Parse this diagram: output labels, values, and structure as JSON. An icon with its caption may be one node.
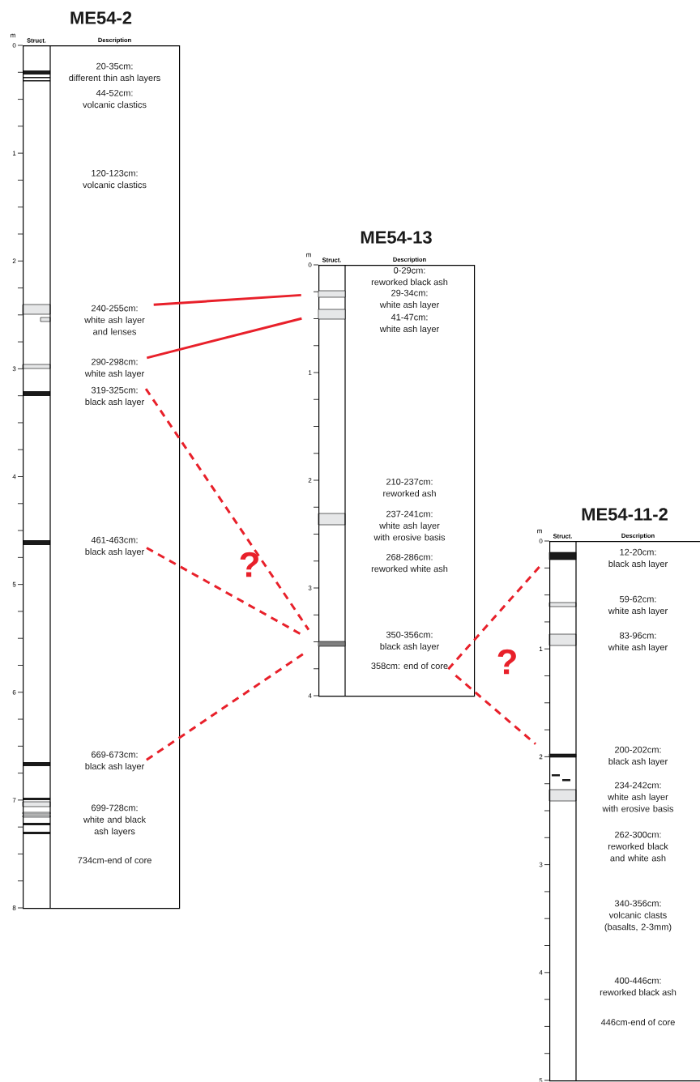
{
  "diagram": {
    "nodes": [
      {
        "text": [
          "ME54-2",
          "Struct.",
          "Description"
        ]
      },
      {
        "text": [
          "20-35cm:",
          "different thin ash layers"
        ],
        "in": 0
      },
      {
        "text": [
          "44-52cm:",
          "volcanic clastics"
        ],
        "in": 0
      },
      {
        "text": [
          "120-123cm:",
          "volcanic clastics"
        ],
        "in": 0
      },
      {
        "text": [
          "240-255cm:",
          "white ash layer and lenses"
        ],
        "in": 0
      },
      {
        "text": [
          "290-298cm:",
          "white ash layer"
        ],
        "in": 0
      },
      {
        "text": [
          "319-325cm:",
          "black ash layer"
        ],
        "in": 0
      },
      {
        "text": [
          "461-463cm:",
          "black ash layer"
        ],
        "in": 0
      },
      {
        "text": [
          "669-673cm:",
          "black ash layer"
        ],
        "in": 0
      },
      {
        "text": [
          "699-728cm:",
          "white and black ash layers"
        ],
        "in": 0
      },
      {
        "text": [
          "734cm-end of core"
        ],
        "in": 0
      },
      {
        "text": [
          "ME54-13",
          "Struct.",
          "Description"
        ]
      },
      {
        "text": [
          "0-29cm:",
          "reworked black ash"
        ],
        "in": 11
      },
      {
        "text": [
          "29-34cm:",
          "white ash layer"
        ],
        "in": 11
      },
      {
        "text": [
          "41-47cm:",
          "white ash layer"
        ],
        "in": 11
      },
      {
        "text": [
          "210-237cm:",
          "reworked ash"
        ],
        "in": 11
      },
      {
        "text": [
          "237-241cm:",
          "white ash layer with erosive basis"
        ],
        "in": 11
      },
      {
        "text": [
          "268-286cm:",
          "reworked white ash"
        ],
        "in": 11
      },
      {
        "text": [
          "350-356cm:",
          "black ash layer"
        ],
        "in": 11
      },
      {
        "text": [
          "358cm: end of core"
        ],
        "in": 11
      },
      {
        "text": [],
        "shape": "bar",
        "in": 11
      },
      {
        "text": [],
        "shape": "bar",
        "in": 11
      },
      {
        "text": [],
        "shape": "bar",
        "in": 11
      },
      {
        "text": [
          "ME54-11-2",
          "Struct.",
          "Description"
        ]
      },
      {
        "text": [
          "12-20cm:",
          "black ash layer"
        ],
        "in": 23
      },
      {
        "text": [
          "59-62cm:",
          "white ash layer"
        ],
        "in": 23
      },
      {
        "text": [
          "83-96cm:",
          "white ash layer"
        ],
        "in": 23
      },
      {
        "text": [
          "200-202cm:",
          "black ash layer"
        ],
        "in": 23
      },
      {
        "text": [
          "234-242cm:",
          "white ash layer with erosive basis"
        ],
        "in": 23
      },
      {
        "text": [
          "262-300cm:",
          "reworked black and white ash"
        ],
        "in": 23
      },
      {
        "text": [
          "340-356cm:",
          "volcanic clasts (basalts, 2-3mm)"
        ],
        "in": 23
      },
      {
        "text": [
          "400-446cm:",
          "reworked black ash"
        ],
        "in": 23
      },
      {
        "text": [
          "446cm-end of core"
        ],
        "in": 23
      },
      {
        "text": [],
        "shape": "bar",
        "in": 23
      },
      {
        "text": [],
        "shape": "bar",
        "in": 23
      }
    ],
    "edges": [
      {
        "from": 4,
        "to": 20,
        "arrow": "none"
      },
      {
        "from": 5,
        "to": 21,
        "arrow": "none"
      },
      {
        "from": 6,
        "to": 22,
        "arrow": "none",
        "style": "dashed"
      },
      {
        "from": 7,
        "to": 22,
        "arrow": "none",
        "style": "dashed"
      },
      {
        "from": 8,
        "to": 22,
        "arrow": "none",
        "style": "dashed"
      },
      {
        "from": 19,
        "to": 33,
        "arrow": "none",
        "style": "dashed"
      },
      {
        "from": 19,
        "to": 34,
        "arrow": "none",
        "style": "dashed"
      }
    ],
    "labels": [
      "m",
      "0",
      "1",
      "2",
      "3",
      "4",
      "5",
      "6",
      "7",
      "8",
      "m",
      "0",
      "1",
      "2",
      "3",
      "4",
      "m",
      "0",
      "1",
      "2",
      "3",
      "4",
      "5",
      "?",
      "?"
    ]
  }
}
